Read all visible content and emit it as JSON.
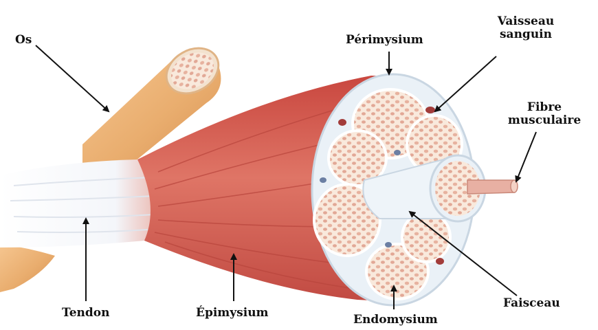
{
  "colors": {
    "muscle": "#d9695c",
    "muscle_dark": "#b8443c",
    "bone": "#e9ad6e",
    "tendon": "#ffffff",
    "fascicle_fill": "#f7e5d6",
    "fiber_dot": "#e7b4a4",
    "vessel": "#a23c3a",
    "arrow": "#111111"
  },
  "labels": {
    "os": "Os",
    "perimysium": "Périmysium",
    "vaisseau_line1": "Vaisseau",
    "vaisseau_line2": "sanguin",
    "fibre_line1": "Fibre",
    "fibre_line2": "musculaire",
    "tendon": "Tendon",
    "epimysium": "Épimysium",
    "endomysium": "Endomysium",
    "faisceau": "Faisceau"
  }
}
